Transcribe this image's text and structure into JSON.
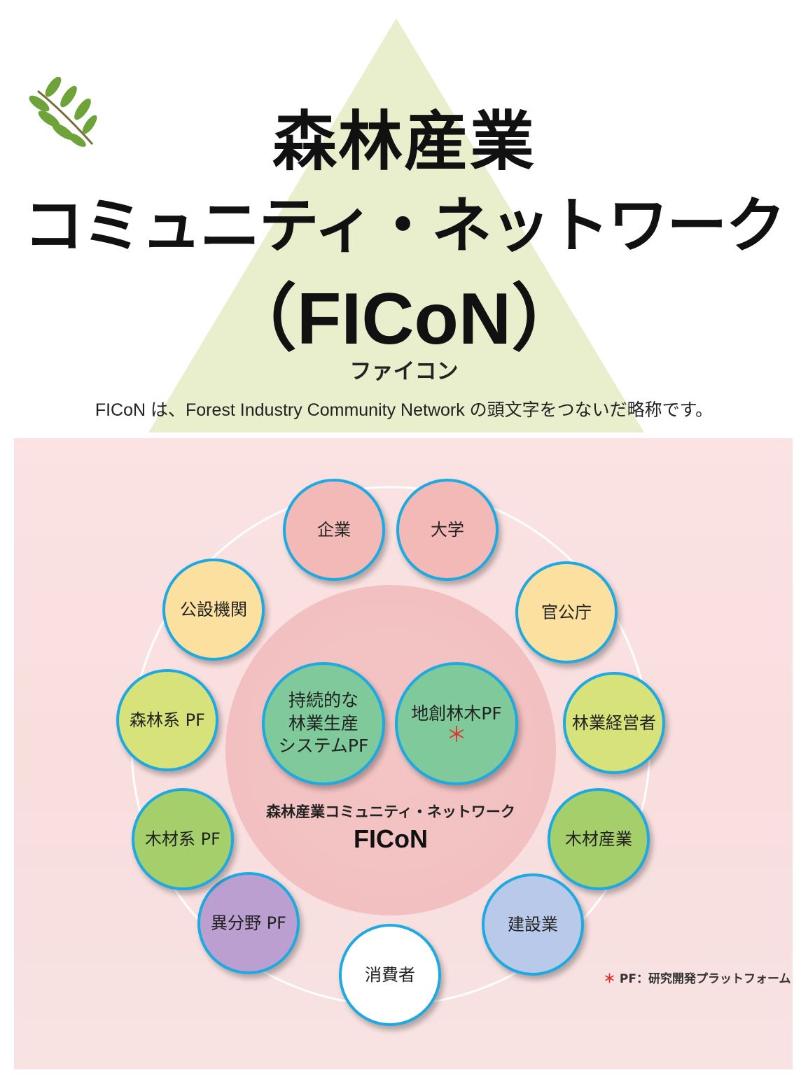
{
  "header": {
    "title_line1": "森林産業",
    "title_line2": "コミュニティ・ネットワーク",
    "title_line3": "（FICoN）",
    "reading": "ファイコン",
    "description": "FICoN は、Forest Industry Community Network の頭文字をつないだ略称です。"
  },
  "diagram": {
    "center_label": "森林産業コミュニティ・ネットワーク",
    "center_name": "FICoN",
    "inner": [
      {
        "lines": [
          "持続的な",
          "林業生産",
          "システムPF"
        ]
      },
      {
        "lines": [
          "地創林木PF"
        ],
        "mark": "＊"
      }
    ],
    "outer": [
      {
        "label": "企業",
        "color": "#f2b9b6"
      },
      {
        "label": "大学",
        "color": "#f2b9b6"
      },
      {
        "label": "官公庁",
        "color": "#fbe0a0"
      },
      {
        "label": "林業経営者",
        "color": "#d7e27a"
      },
      {
        "label": "木材産業",
        "color": "#a4cf6a"
      },
      {
        "label": "建設業",
        "color": "#b9c9ea"
      },
      {
        "label": "消費者",
        "color": "#ffffff"
      },
      {
        "label": "異分野 PF",
        "color": "#bb9fd1"
      },
      {
        "label": "木材系 PF",
        "color": "#a4cf6a"
      },
      {
        "label": "森林系 PF",
        "color": "#d7e27a"
      },
      {
        "label": "公設機関",
        "color": "#fbe0a0"
      }
    ],
    "footnote_mark": "＊",
    "footnote": "PF：研究開発プラットフォーム"
  },
  "colors": {
    "triangle": "#e9efcc",
    "node_border": "#1fa9e1",
    "inner_node": "#7fc99a",
    "center": "#f3c3c3",
    "asterisk": "#e0312f"
  }
}
